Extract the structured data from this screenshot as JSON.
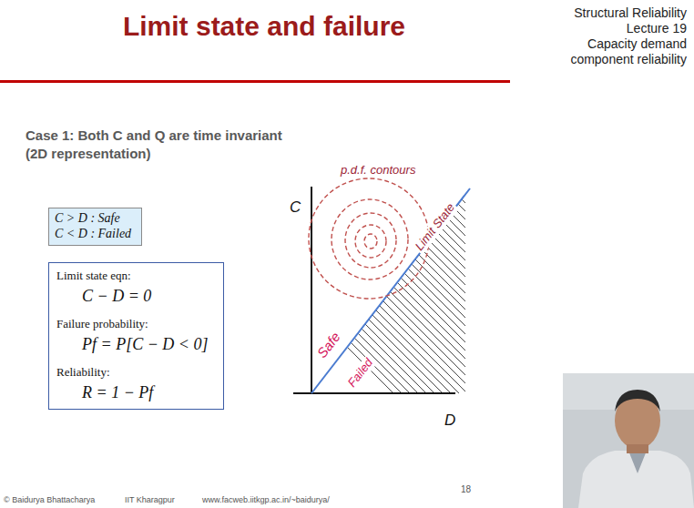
{
  "diagram": {
    "title": "Limit state and failure",
    "nodes": [
      {
        "text": [
          "C > D : Safe",
          "C < D : Failed"
        ]
      },
      {
        "text": [
          "Limit state eqn:",
          "C − D = 0",
          "Failure probability:",
          "Pf = P[C − D < 0]",
          "Reliability:",
          "R = 1 − Pf"
        ]
      }
    ],
    "labels": [
      "Structural Reliability",
      "Lecture 19",
      "Capacity demand",
      "component reliability",
      "Case 1: Both C and Q are time invariant",
      "(2D representation)",
      "p.d.f. contours",
      "C",
      "Limit State",
      "Safe",
      "Failed",
      "D",
      "© Baidurya Bhattacharya",
      "IIT Kharagpur",
      "www.facweb.iitkgp.ac.in/~baidurya/",
      "18"
    ]
  }
}
